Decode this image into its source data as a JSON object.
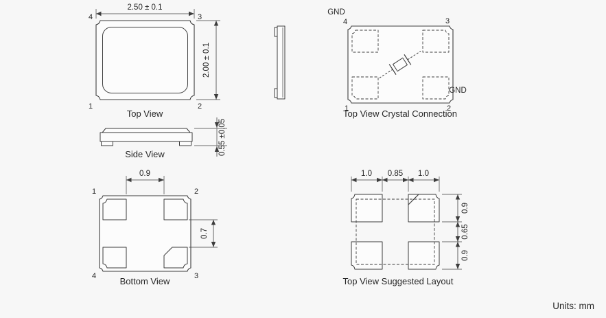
{
  "units_label": "Units: mm",
  "top_view": {
    "label": "Top View",
    "dim_width": "2.50 ± 0.1",
    "dim_height": "2.00 ± 0.1",
    "pin_tl": "4",
    "pin_tr": "3",
    "pin_bl": "1",
    "pin_br": "2"
  },
  "side_view": {
    "label": "Side View",
    "dim_thickness": "0.55 ±0.05"
  },
  "bottom_view": {
    "label": "Bottom View",
    "dim_gap_h": "0.9",
    "dim_gap_v": "0.7",
    "pin_tl": "1",
    "pin_tr": "2",
    "pin_bl": "4",
    "pin_br": "3"
  },
  "crystal_connection": {
    "label": "Top View Crystal Connection",
    "gnd_top": "GND",
    "gnd_bottom": "GND",
    "pin_tl": "4",
    "pin_tr": "3",
    "pin_bl": "1",
    "pin_br": "2"
  },
  "suggested_layout": {
    "label": "Top View Suggested Layout",
    "dim_pad_left": "1.0",
    "dim_gap_h": "0.85",
    "dim_pad_right": "1.0",
    "dim_pad_top": "0.9",
    "dim_gap_v": "0.65",
    "dim_pad_bottom": "0.9"
  },
  "colors": {
    "background": "#f7f7f7",
    "line": "#3d3d3d",
    "text": "#262626"
  }
}
